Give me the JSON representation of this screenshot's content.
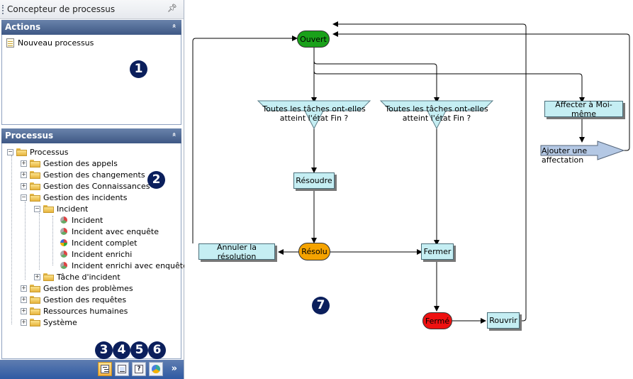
{
  "panel": {
    "title": "Concepteur de processus",
    "pin_glyph": "ᵾ"
  },
  "actions": {
    "header": "Actions",
    "collapse_glyph": "»",
    "items": [
      {
        "label": "Nouveau processus",
        "icon": "new-document-icon"
      }
    ]
  },
  "processus": {
    "header": "Processus",
    "collapse_glyph": "»",
    "tree": {
      "root": "Processus",
      "items": [
        "Gestion des appels",
        "Gestion des changements",
        "Gestion des Connaissances",
        "Gestion des incidents",
        "Incident",
        "Incident",
        "Incident avec enquête",
        "Incident complet",
        "Incident enrichi",
        "Incident enrichi avec enquête",
        "Tâche d'incident",
        "Gestion des problèmes",
        "Gestion des requêtes",
        "Ressources humaines",
        "Système"
      ]
    }
  },
  "badges": {
    "b1": "1",
    "b2": "2",
    "b3": "3",
    "b4": "4",
    "b5": "5",
    "b6": "6",
    "b7": "7"
  },
  "toolbar": {
    "buttons": [
      {
        "name": "tree-view-icon"
      },
      {
        "name": "properties-icon"
      },
      {
        "name": "help-icon",
        "glyph": "?"
      },
      {
        "name": "components-icon"
      }
    ],
    "more_glyph": "»"
  },
  "flow": {
    "ouvert": "Ouvert",
    "decision1": "Toutes les tâches ont-elles atteint l'état Fin ?",
    "decision2": "Toutes les tâches ont-elles atteint l'état Fin ?",
    "resoudre": "Résoudre",
    "resolu": "Résolu",
    "annuler": "Annuler la résolution",
    "fermer": "Fermer",
    "ferme": "Fermé",
    "rouvrir": "Rouvrir",
    "affecter": "Affecter à Moi-même",
    "ajouter": "Ajouter une affectation",
    "colors": {
      "ouvert": "#1aa11a",
      "resolu": "#f5a300",
      "ferme": "#ee1111",
      "activity": "#c5eef3"
    }
  }
}
